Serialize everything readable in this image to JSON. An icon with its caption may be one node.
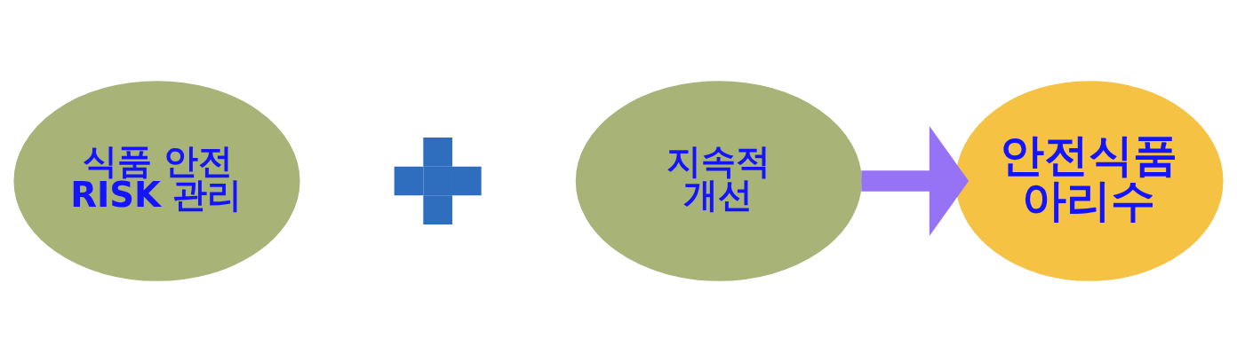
{
  "diagram": {
    "nodes": [
      {
        "text": [
          "식품 안전 RISK 관리"
        ]
      },
      {
        "text": [],
        "shape": "plus"
      },
      {
        "text": [
          "지속적 개선"
        ]
      },
      {
        "text": [
          "안전식품 아리수"
        ]
      }
    ],
    "edges": [
      {
        "from": 2,
        "to": 3,
        "arrow": "to",
        "color": "#9673f5"
      }
    ]
  }
}
